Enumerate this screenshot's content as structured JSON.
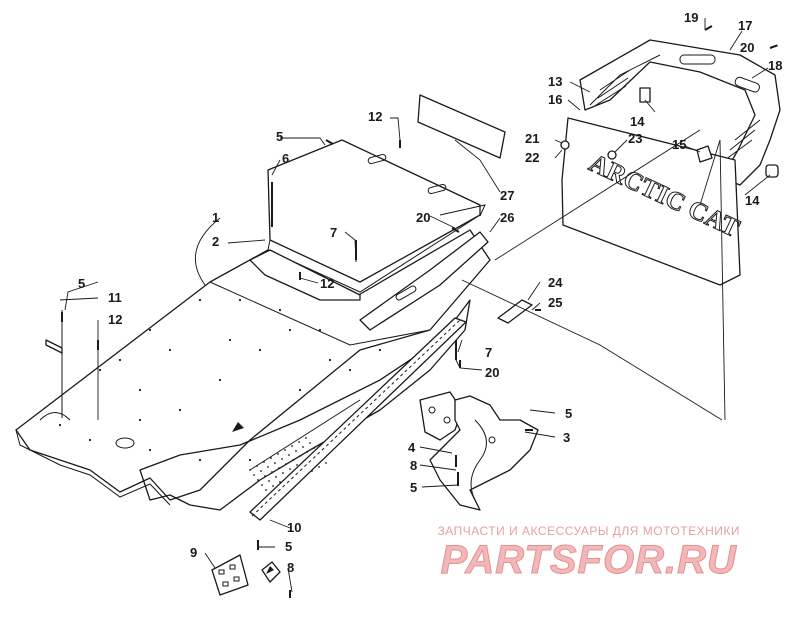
{
  "labels": {
    "l1": "1",
    "l2": "2",
    "l3": "3",
    "l4": "4",
    "l5a": "5",
    "l5b": "5",
    "l5c": "5",
    "l5d": "5",
    "l5e": "5",
    "l6": "6",
    "l7a": "7",
    "l7b": "7",
    "l8a": "8",
    "l8b": "8",
    "l9": "9",
    "l10": "10",
    "l11": "11",
    "l12a": "12",
    "l12b": "12",
    "l12c": "12",
    "l13": "13",
    "l14a": "14",
    "l14b": "14",
    "l15": "15",
    "l16": "16",
    "l17": "17",
    "l18": "18",
    "l19": "19",
    "l20a": "20",
    "l20b": "20",
    "l20c": "20",
    "l21": "21",
    "l22": "22",
    "l23": "23",
    "l24": "24",
    "l25": "25",
    "l26": "26",
    "l27": "27"
  },
  "flap_text": "ARCTIC CAT",
  "watermark": {
    "tagline": "ЗАПЧАСТИ И АКСЕССУАРЫ ДЛЯ МОТОТЕХНИКИ",
    "logo": "PARTSFOR.RU"
  }
}
